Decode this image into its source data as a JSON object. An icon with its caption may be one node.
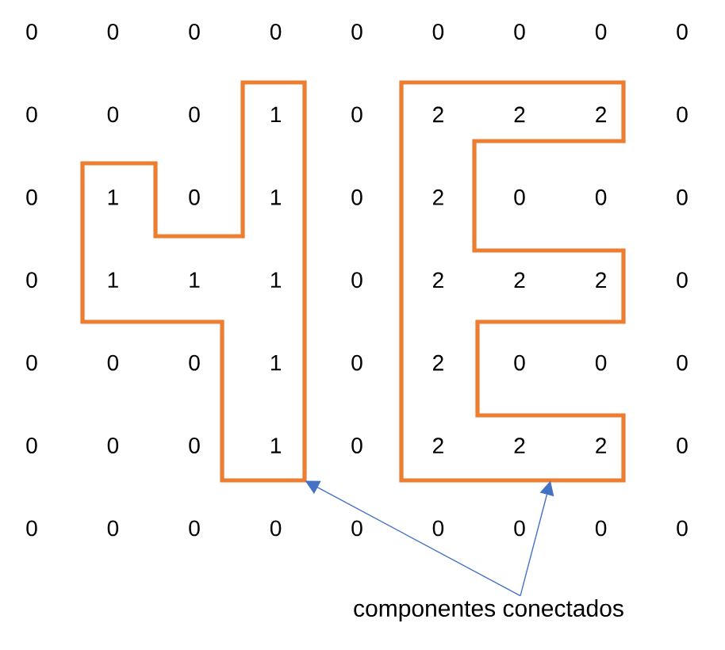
{
  "diagram": {
    "nodes": [
      {
        "text": [],
        "shape": "polygon"
      },
      {
        "text": [],
        "shape": "polygon"
      },
      {
        "text": [
          "componentes conectados"
        ]
      }
    ],
    "edges": [
      {
        "from": 2,
        "to": 0,
        "arrow": "to"
      },
      {
        "from": 2,
        "to": 1,
        "arrow": "to"
      }
    ],
    "labels": [
      "0",
      "0",
      "0",
      "0",
      "0",
      "0",
      "0",
      "0",
      "0",
      "0",
      "0",
      "0",
      "1",
      "0",
      "2",
      "2",
      "2",
      "0",
      "0",
      "1",
      "0",
      "1",
      "0",
      "2",
      "0",
      "0",
      "0",
      "0",
      "1",
      "1",
      "1",
      "0",
      "2",
      "2",
      "2",
      "0",
      "0",
      "0",
      "0",
      "1",
      "0",
      "2",
      "0",
      "0",
      "0",
      "0",
      "0",
      "0",
      "1",
      "0",
      "2",
      "2",
      "2",
      "0",
      "0",
      "0",
      "0",
      "0",
      "0",
      "0",
      "0",
      "0",
      "0"
    ]
  }
}
